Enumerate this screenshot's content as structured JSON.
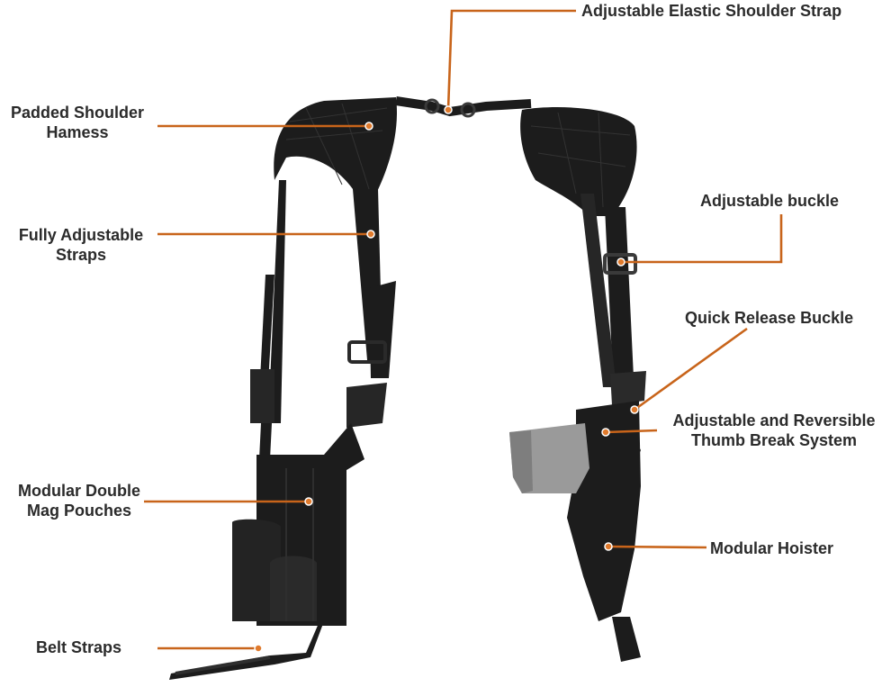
{
  "callouts": {
    "elastic_strap": "Adjustable Elastic Shoulder Strap",
    "padded_harness": [
      "Padded Shoulder",
      "Hamess"
    ],
    "adjustable_straps": [
      "Fully Adjustable",
      "Straps"
    ],
    "mag_pouches": [
      "Modular Double",
      "Mag Pouches"
    ],
    "belt_straps": "Belt Straps",
    "adjustable_buckle": "Adjustable buckle",
    "quick_release": "Quick Release Buckle",
    "thumb_break": [
      "Adjustable and Reversible",
      "Thumb Break System"
    ],
    "holster": "Modular Hoister"
  },
  "colors": {
    "callout_line": "#c8641a",
    "callout_dot": "#e07a2c",
    "label_text": "#2b2b2b",
    "nylon": "#1c1c1c",
    "gun_body": "#9a9a9a"
  }
}
